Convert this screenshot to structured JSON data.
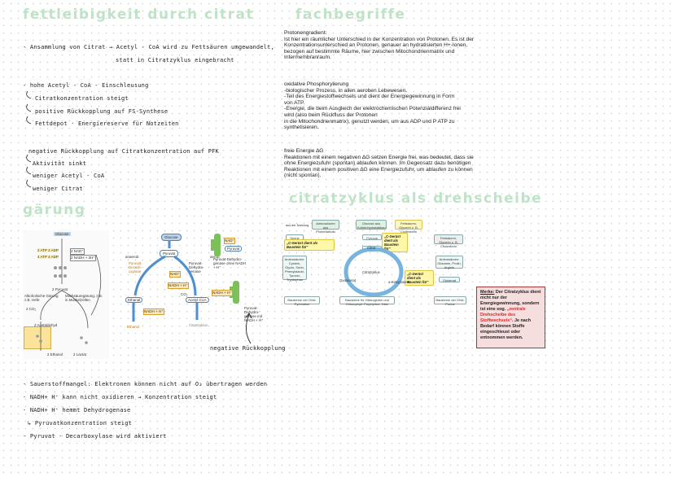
{
  "headings": {
    "fettleibigkeit": "Fettleibigkeit durch Citrat",
    "fachbegriffe": "Fachbegriffe",
    "gaerung": "Gärung",
    "citratzyklus": "Citratzyklus als Drehscheibe"
  },
  "left_notes": {
    "l1": "- Ansammlung von Citrat → Acetyl - CoA wird zu Fettsäuren umgewandelt,",
    "l2": "statt in Citratzyklus eingebracht",
    "l3": "- hohe Acetyl - CoA - Einschleusung",
    "l4": "Citratkonzentration steigt",
    "l5": "positive Rückkopplung auf FS-Synthese",
    "l6": "Fettdepot · Energiereserve für Notzeiten",
    "l7": "negative Rückkopplung auf Citratkonzentration auf PFK",
    "l8": "Aktivität sinkt",
    "l9": "weniger Acetyl - CoA",
    "l10": "weniger Citrat"
  },
  "bottom_notes": {
    "b1": "- Sauerstoffmangel: Elektronen können nicht auf O₂ übertragen werden",
    "b2": "- NADH+ H⁺ kann nicht oxidieren → Konzentration steigt",
    "b3": "- NADH+ H⁺ hemmt Dehydrogenase",
    "b4": "↳ Pyruvatkonzentration steigt",
    "b5": "- Pyruvat - Decarboxylase wird aktiviert"
  },
  "fachbegriffe": {
    "protonengradient": "Protonengradient:\nIst hier ein räumlicher Unterschied in der Konzentration von Protonen. Es ist der\nKonzentrationsunterschied an Protonen, genauer an hydratisierten H+-Ionen,\nbezogen auf bestimmte Räume, hier zwischen Mitochondrienmatrix und\nIntermembranraum.",
    "oxphos": "oxidative Phosphorylierung\n-biologischer Prozess, in allen aeroben Lebewesen.\n-Teil des Energiestoffwechsels und dient der Energiegewinnung in Form\nvon ATP.\n-Energie, die beim Ausgleich der elektrochemischen Potenzialdifferenz frei\nwird (also beim Rückfluss der Protonen\nin die Mitochondrienmatrix), genutzt werden, um aus ADP und P ATP zu\nsynthetisieren.",
    "freie_energie": "freie Energie ∆G\nReaktionen mit einem negativen ∆G setzen Energie frei, was bedeutet, dass sie\nohne Energiezufuhr (spontan) ablaufen können. Im Gegensatz dazu benötigen\nReaktionen mit einem positiven ∆G eine Energiezufuhr, um ablaufen zu können\n(nicht spontan)."
  },
  "gaerung_fig1": {
    "glucose": "Glucose",
    "atp_adp": "2 ATP  2 ADP",
    "nad": "2 NAD⁺",
    "nadh": "2 NADH + 2H⁺",
    "atp_pi": "4 ATP  4 ADP",
    "pyruvat": "2 Pyruvat",
    "alkohol": "Alkoholische Gärung z.B. Hefe",
    "milch": "Milchsäuregärung, z.B. in Muskelzellen",
    "co2": "2 CO₂",
    "acetaldehyd": "2 Acetaldehyd",
    "ethanol": "2 Ethanol",
    "lactat": "2 Lactat"
  },
  "gaerung_fig2": {
    "glucose": "Glucose",
    "pyruvat": "Pyruvat",
    "anaerob": "anaerob",
    "aerob": "aerob",
    "decarb": "Pyruvat-Decarb-oxylase",
    "dehydro": "Pyruvat-Dehydro-genase",
    "ethanal": "Ethanal",
    "nadh1": "NADH + H⁺",
    "nad": "NAD⁺",
    "ethanol": "Ethanol",
    "co2": "CO₂",
    "acetyl": "Acetyl-CoA",
    "citrat": "Citratzyklus",
    "nadh_out": "NADH + H⁺",
    "label_a": "Pyruvat-Dehydro-genase ohne NADH + H⁺",
    "label_b": "Pyruvat-Dehydro-genase mit NADH + H⁺",
    "feedback": "negative Rückkopplung"
  },
  "citrat_fig": {
    "nahrung": "aus der Nahrung",
    "aminosaeuren": "Aminosäuren aus Proteinabbau",
    "glucose": "Glucose aus Kohlenhydratabbau",
    "fettsaeuren": "Fettsäuren, Glycerin z. B. Cholesterin",
    "serine": "Serine",
    "ygeruest": "„C-Gerüst dient als Baustein für“",
    "pyruvat": "Pyruvat",
    "acetyl": "Acetyl-CoA",
    "citrat": "Citrat",
    "oxal": "Oxalacetat",
    "ketoglut": "α-Ketoglutarat",
    "succinyl": "Succinyl-CoA",
    "citratzyklus": "Citratzyklus",
    "aminos_left": "Aminosäuren: Cystein, Glycin, Serin, Phenylalanin, Tyrosin, Tryptophan",
    "aminos_right": "Aminosäuren: Glutamin, Prolin, Arginin",
    "glutamat": "Glutamat",
    "ycgerust2": "„C-Gerüst dient als Baustein für“",
    "ycgerust3": "„C-Gerüst dient als Baustein für“",
    "baust1": "Bausteine der DNA: Pyrimidine",
    "baust2": "Bausteine für Hämoglobin und Chlorophyll: Porphyrine, Häm",
    "baust3": "Bausteine der DNA: Purine"
  },
  "note": {
    "title": "Merke:",
    "t1": "Der Citratzyklus dient nicht nur der Energiegewinnung, sondern ist eine sog.",
    "red": "„zentrale Drehscheibe des Stoffwechsels“",
    "t2": ". Je nach Bedarf können Stoffe eingeschleust oder entnommen werden."
  }
}
